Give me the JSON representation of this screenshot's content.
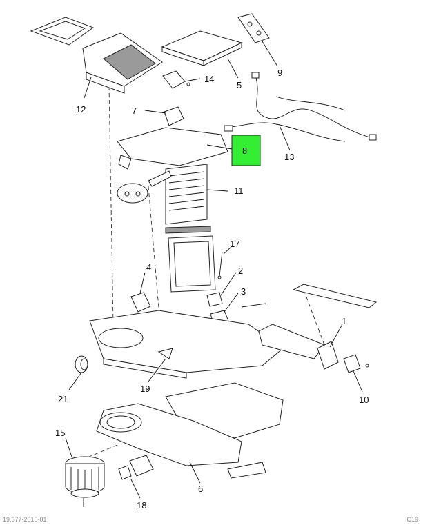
{
  "callouts": {
    "c1": "1",
    "c2": "2",
    "c3": "3",
    "c4": "4",
    "c5": "5",
    "c6": "6",
    "c7": "7",
    "c8": "8",
    "c9": "9",
    "c10": "10",
    "c11": "11",
    "c12": "12",
    "c13": "13",
    "c14": "14",
    "c15": "15",
    "c17": "17",
    "c18": "18",
    "c19": "19",
    "c21": "21"
  },
  "highlight_color": "#33ee33",
  "footer": {
    "left": "19.377-2010-01",
    "right": "C19"
  }
}
